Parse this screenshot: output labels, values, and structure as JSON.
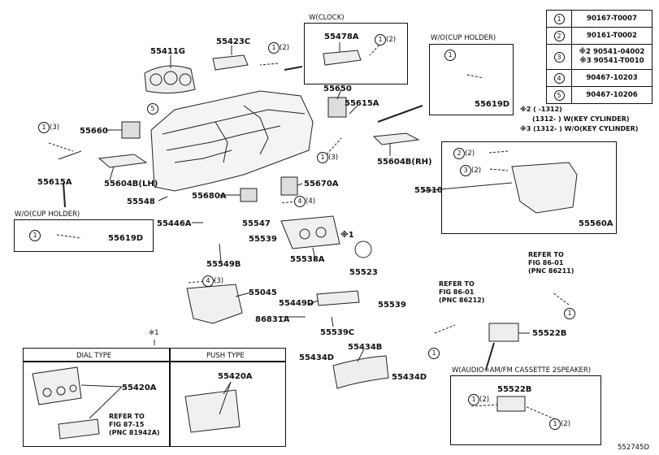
{
  "table": [
    {
      "no": "1",
      "part": "90167-T0007"
    },
    {
      "no": "2",
      "part": "90161-T0002"
    },
    {
      "no": "3",
      "part": "※2 90541-04002\n※3 90541-T0010"
    },
    {
      "no": "4",
      "part": "90467-10203"
    },
    {
      "no": "5",
      "part": "90467-10206"
    }
  ],
  "notes": {
    "n2": "※2 (      -1312)",
    "n2b": "(1312-       ) W(KEY CYLINDER)",
    "n3": "※3 (1312-       ) W/O(KEY CYLINDER)"
  },
  "boxes": {
    "clock": "W(CLOCK)",
    "cupholder_r": "W/O(CUP HOLDER)",
    "cupholder_l": "W/O(CUP HOLDER)",
    "audio": "W(AUDIO=AM/FM CASSETTE 2SPEAKER)",
    "bottom_title": "※1",
    "dial": "DIAL TYPE",
    "push": "PUSH TYPE"
  },
  "labels": {
    "55423C": "55423C",
    "55478A": "55478A",
    "55411G": "55411G",
    "55650": "55650",
    "55615A_r": "55615A",
    "55619D_r": "55619D",
    "55660": "55660",
    "55615A_l": "55615A",
    "55604B_LH": "55604B(LH)",
    "55604B_RH": "55604B(RH)",
    "55510": "55510",
    "55560A": "55560A",
    "55548": "55548",
    "55680A": "55680A",
    "55670A": "55670A",
    "55446A": "55446A",
    "55547": "55547",
    "55539a": "55539",
    "55549B": "55549B",
    "star1": "※1",
    "55538A": "55538A",
    "55523": "55523",
    "55045": "55045",
    "55449D": "55449D",
    "55539b": "55539",
    "86831A": "86831A",
    "55539C": "55539C",
    "55434B": "55434B",
    "55434D_l": "55434D",
    "55434D_r": "55434D",
    "55522B": "55522B",
    "55522B_b": "55522B",
    "55619D_l": "55619D",
    "55420A_l": "55420A",
    "55420A_r": "55420A",
    "footer": "552745D"
  },
  "refs": {
    "r1": "REFER TO\nFIG 86-01\n(PNC 86211)",
    "r2": "REFER TO\nFIG 86-01\n(PNC 86212)",
    "r3": "REFER TO\nFIG 87-15\n(PNC 81942A)"
  },
  "callouts": {
    "c1_2": "(2)",
    "c3": "(3)",
    "c4": "(4)",
    "c2_2": "(2)",
    "c3_2": "(2)"
  }
}
